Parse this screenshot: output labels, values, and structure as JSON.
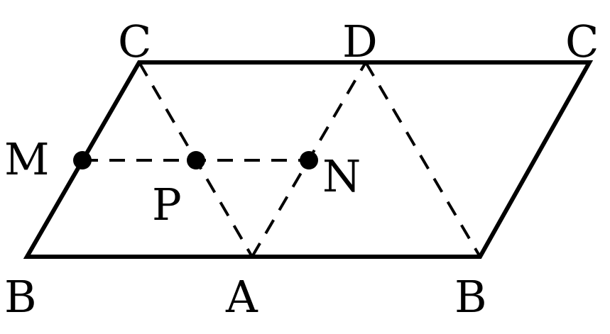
{
  "labels": {
    "c_left": "C",
    "d_top": "D",
    "c_right": "C",
    "m": "M",
    "p": "P",
    "n": "N",
    "b_left": "B",
    "a": "A",
    "b_right": "B"
  },
  "colors": {
    "stroke": "#000000",
    "background": "#ffffff"
  }
}
